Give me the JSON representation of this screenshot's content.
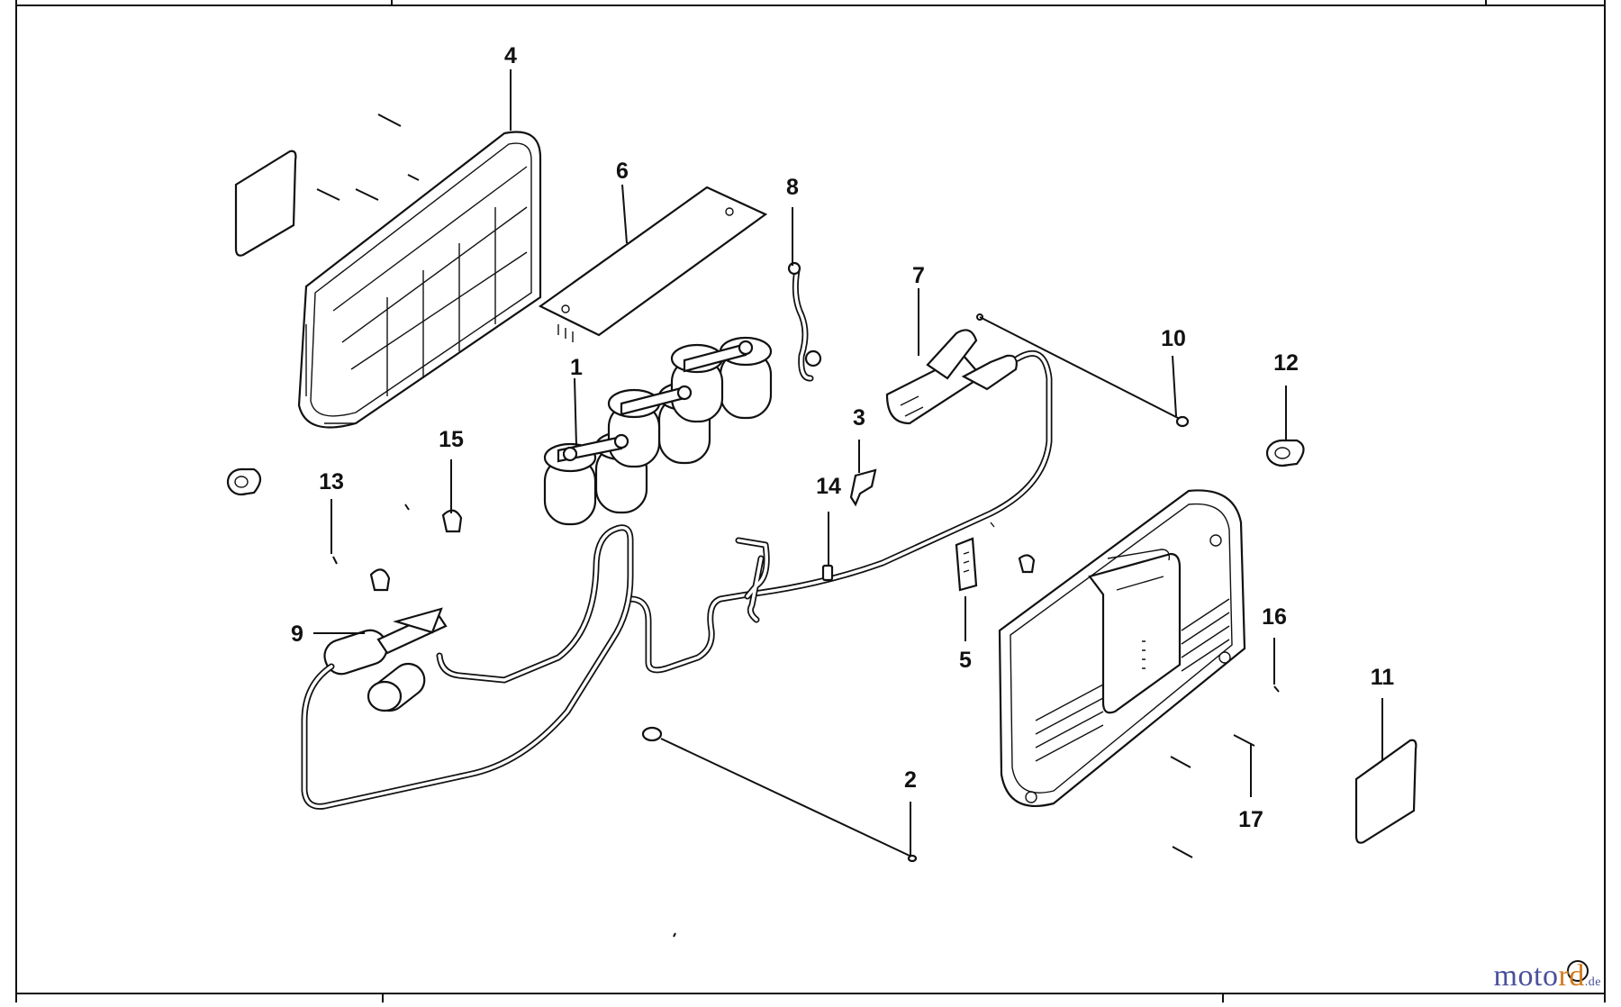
{
  "diagram": {
    "callouts": {
      "c1": "1",
      "c2": "2",
      "c3": "3",
      "c4": "4",
      "c5": "5",
      "c6": "6",
      "c7": "7",
      "c8": "8",
      "c9": "9",
      "c10": "10",
      "c11": "11",
      "c12": "12",
      "c13": "13",
      "c14": "14",
      "c15": "15",
      "c16": "16",
      "c17": "17"
    }
  },
  "watermark": {
    "part1": "moto",
    "part2": "rd",
    "part3": ".de"
  },
  "colors": {
    "line": "#111111",
    "watermark_blue": "#4a4f9c",
    "watermark_orange": "#d27a1e"
  }
}
